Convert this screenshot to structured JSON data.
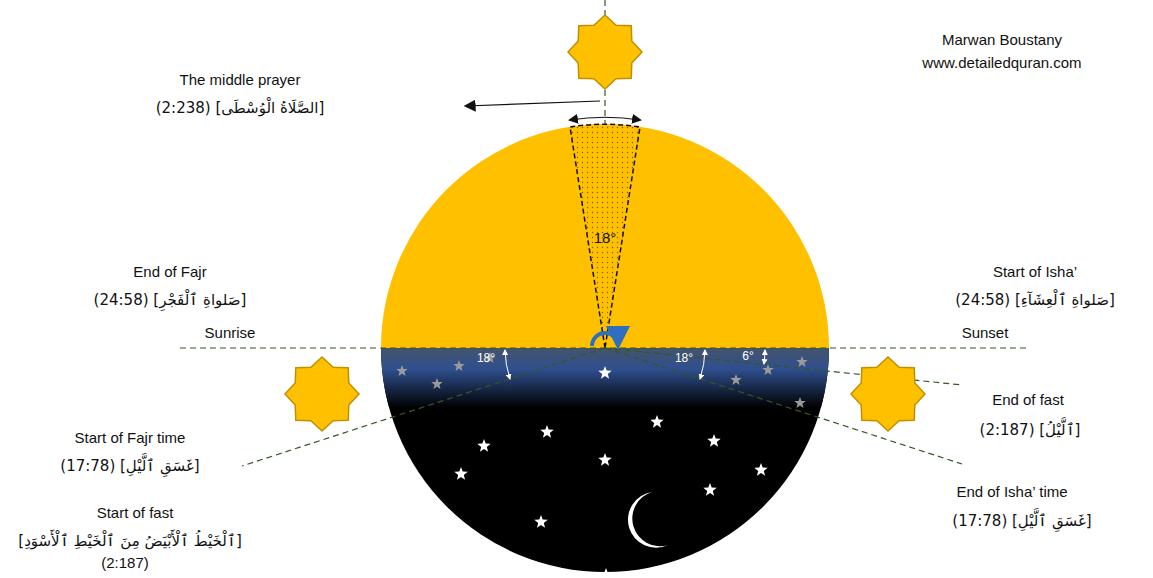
{
  "diagram": {
    "labels": [
      "The middle prayer",
      "(2:238) [الصَّلَاةُ الْوُسْطَى]",
      "Marwan Boustany",
      "www.detailedquran.com",
      "18°",
      "End of Fajr",
      "(24:58) [صَلواةِ ٱلْفَجْرِ]",
      "Start of Isha’",
      "(24:58) [صَلواةِ ٱلْعِشَآءِ]",
      "Sunrise",
      "Sunset",
      "18°",
      "18°",
      "6°",
      "End of fast",
      "(2:187) [ٱلَّيْلُ]",
      "Start of Fajr time",
      "(17:78) [غَسَقِ ٱلَّيْلِ]",
      "End of Isha’ time",
      "(17:78) [غَسَقِ ٱلَّيْلِ]",
      "Start of fast",
      "[ٱلْخَيْطُ ٱلْأَبْيَضُ مِنَ ٱلْخَيْطِ ٱلْأَسْوَدِ]",
      "(2:187)"
    ]
  }
}
